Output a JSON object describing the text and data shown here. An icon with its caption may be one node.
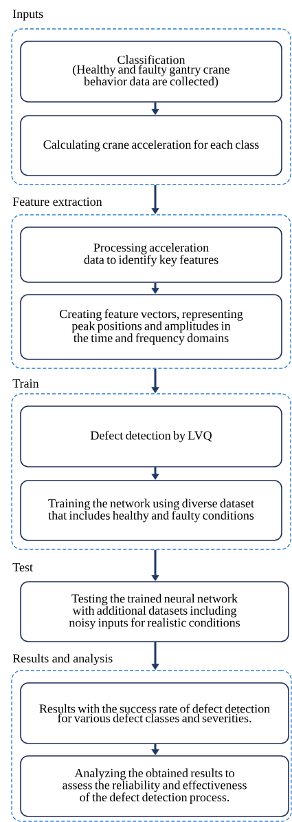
{
  "diagram": {
    "nodes": [
      {
        "text": [
          "Inputs"
        ]
      },
      {
        "text": [
          "Classification",
          "(Healthy and faulty gantry crane behavior data are collected)"
        ],
        "in": 0
      },
      {
        "text": [
          "Calculating crane acceleration for each class"
        ],
        "in": 0
      },
      {
        "text": [
          "Feature extraction"
        ]
      },
      {
        "text": [
          "Processing acceleration data to identify key features"
        ],
        "in": 3
      },
      {
        "text": [
          "Creating feature vectors, representing peak positions and amplitudes in the time and frequency domains"
        ],
        "in": 3
      },
      {
        "text": [
          "Train"
        ]
      },
      {
        "text": [
          "Defect detection by LVQ"
        ],
        "in": 6
      },
      {
        "text": [
          "Training the network using diverse dataset that includes healthy and faulty conditions"
        ],
        "in": 6
      },
      {
        "text": [
          "Testing the trained neural network with additional datasets including noisy inputs for realistic conditions"
        ],
        "beside": [
          "Test"
        ]
      },
      {
        "text": [
          "Results and analysis"
        ]
      },
      {
        "text": [
          "Results with the success rate of defect detection for various defect classes and severities."
        ],
        "in": 10
      },
      {
        "text": [
          "Analyzing the obtained results to assess the reliability and effectiveness of the defect detection process."
        ],
        "in": 10
      }
    ],
    "edges": [
      {
        "from": 1,
        "to": 2,
        "arrow": "to"
      },
      {
        "from": 0,
        "to": 3,
        "arrow": "to"
      },
      {
        "from": 4,
        "to": 5,
        "arrow": "to"
      },
      {
        "from": 3,
        "to": 6,
        "arrow": "to"
      },
      {
        "from": 7,
        "to": 8,
        "arrow": "to"
      },
      {
        "from": 6,
        "to": 9,
        "arrow": "to"
      },
      {
        "from": 9,
        "to": 10,
        "arrow": "to"
      },
      {
        "from": 11,
        "to": 12,
        "arrow": "to"
      }
    ]
  }
}
